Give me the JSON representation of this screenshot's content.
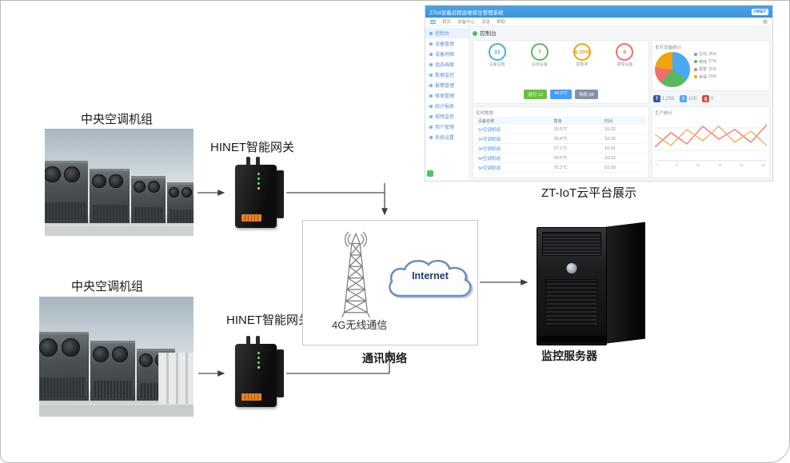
{
  "diagram": {
    "ac1_label": "中央空调机组",
    "ac2_label": "中央空调机组",
    "gw1_label": "HINET智能网关",
    "gw2_label": "HINET智能网关",
    "comm_box": {
      "wireless_label": "4G无线通信",
      "internet_label": "Internet"
    },
    "network_label": "通讯网络",
    "server_label": "监控服务器",
    "platform_caption": "ZT-IoT云平台展示"
  },
  "dashboard": {
    "header": {
      "title": "ZTiot设备远程运维保全管理系统",
      "logo": "HINET"
    },
    "toolbar": {
      "items": [
        "首页",
        "设备中心",
        "消息",
        "帮助"
      ]
    },
    "sidebar": {
      "items": [
        "控制台",
        "设备管理",
        "设备地图",
        "组态画面",
        "数据监控",
        "报警管理",
        "维保管理",
        "统计报表",
        "视频监控",
        "用户管理",
        "系统设置"
      ]
    },
    "main": {
      "tab": "控制台",
      "kpis": [
        {
          "value": "33",
          "label": "设备总数",
          "color": "#49a9ee"
        },
        {
          "value": "7",
          "label": "在线设备",
          "color": "#5cb85c"
        },
        {
          "value": "6.25%",
          "label": "报警率",
          "color": "#f0a30a"
        },
        {
          "value": "0",
          "label": "故障设备",
          "color": "#f56c6c"
        }
      ],
      "chips": [
        {
          "text": "运行 12",
          "color": "#67c23a"
        },
        {
          "text": "44.6℃",
          "color": "#409eff"
        },
        {
          "text": "待机 08",
          "color": "#8492a6"
        }
      ],
      "social": [
        {
          "icon": "f",
          "count": "1,293",
          "color": "#3b5998"
        },
        {
          "icon": "t",
          "count": "100",
          "color": "#55acee"
        },
        {
          "icon": "g",
          "count": "0",
          "color": "#dd4b39"
        }
      ],
      "pie_card": {
        "title": "本月设备统计",
        "slices": [
          {
            "label": "在线",
            "pct": "35%",
            "value": 35,
            "color": "#49a9ee"
          },
          {
            "label": "离线",
            "pct": "27%",
            "value": 27,
            "color": "#5cb85c"
          },
          {
            "label": "报警",
            "pct": "15%",
            "value": 15,
            "color": "#f56c6c"
          },
          {
            "label": "维保",
            "pct": "23%",
            "value": 23,
            "color": "#f0a30a"
          }
        ]
      },
      "table_card": {
        "title": "实时数据",
        "headers": [
          "设备名称",
          "数值",
          "时间"
        ],
        "rows": [
          [
            "1#空调机组",
            "26.5℃",
            "10:32"
          ],
          [
            "2#空调机组",
            "25.8℃",
            "10:32"
          ],
          [
            "3#空调机组",
            "27.1℃",
            "10:31"
          ],
          [
            "4#空调机组",
            "26.0℃",
            "10:31"
          ],
          [
            "5#空调机组",
            "25.2℃",
            "10:30"
          ]
        ]
      },
      "chart_card": {
        "title": "生产统计",
        "ticks": [
          "1",
          "5",
          "10",
          "15",
          "20",
          "25"
        ],
        "series": [
          {
            "name": "series-red",
            "color": "#f56c6c",
            "points": [
              18,
              36,
              22,
              44,
              28,
              40,
              24,
              46
            ]
          },
          {
            "name": "series-orange",
            "color": "#f0ad4e",
            "points": [
              34,
              20,
              40,
              26,
              44,
              24,
              38,
              20
            ]
          }
        ]
      }
    }
  }
}
